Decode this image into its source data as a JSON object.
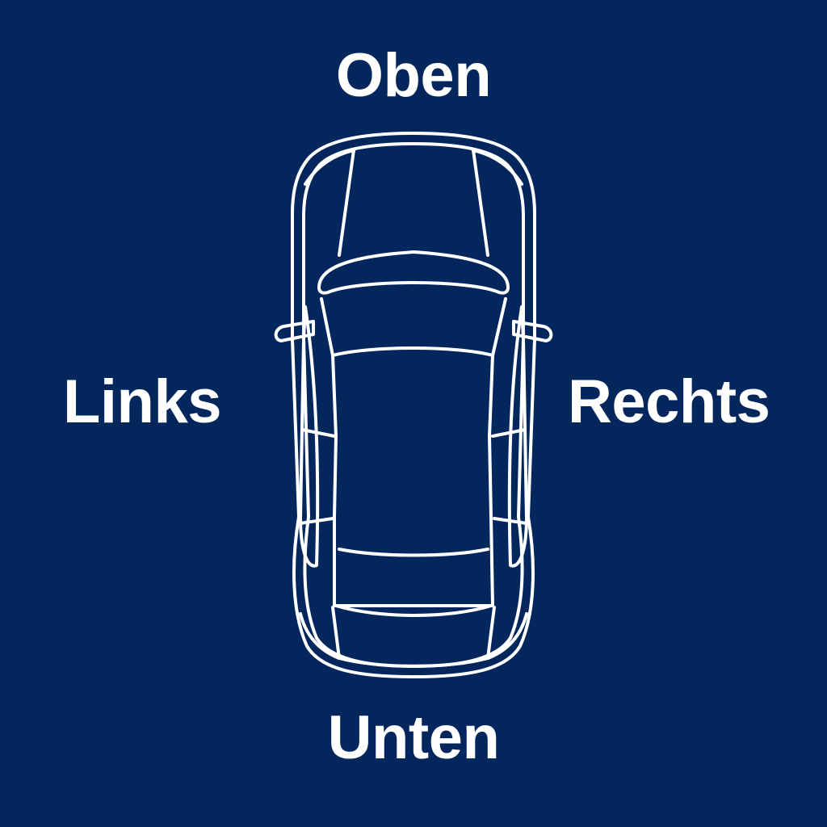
{
  "background_color": "#03265c",
  "line_color": "#ffffff",
  "labels": {
    "top": "Oben",
    "bottom": "Unten",
    "left": "Links",
    "right": "Rechts"
  },
  "illustration": {
    "icon": "car-top-view-icon"
  }
}
